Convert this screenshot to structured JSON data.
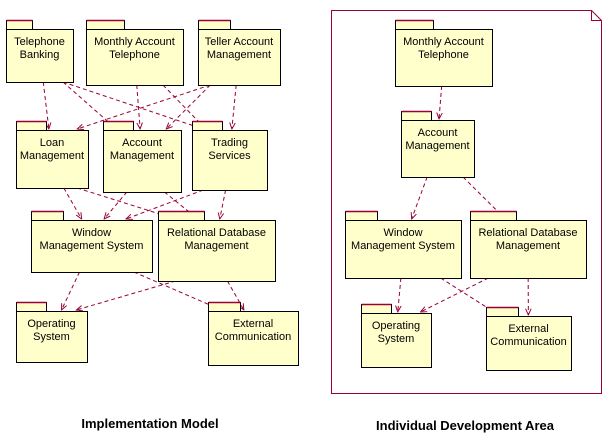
{
  "colors": {
    "package_fill": "#ffffcc",
    "package_border": "#000000",
    "tab_top_line": "#990033",
    "dependency_line": "#990033",
    "area_border": "#990033",
    "background": "#ffffff"
  },
  "implementation_model": {
    "caption": "Implementation Model",
    "packages": [
      {
        "id": "im-telephone-banking",
        "lines": [
          "Telephone",
          "Banking"
        ]
      },
      {
        "id": "im-monthly-account-telephone",
        "lines": [
          "Monthly Account",
          "Telephone"
        ]
      },
      {
        "id": "im-teller-account-management",
        "lines": [
          "Teller Account",
          "Management"
        ]
      },
      {
        "id": "im-loan-management",
        "lines": [
          "Loan",
          "Management"
        ]
      },
      {
        "id": "im-account-management",
        "lines": [
          "Account",
          "Management"
        ]
      },
      {
        "id": "im-trading-services",
        "lines": [
          "Trading",
          "Services"
        ]
      },
      {
        "id": "im-window-management-system",
        "lines": [
          "Window",
          "Management System"
        ]
      },
      {
        "id": "im-relational-database-management",
        "lines": [
          "Relational Database",
          "Management"
        ]
      },
      {
        "id": "im-operating-system",
        "lines": [
          "Operating",
          "System"
        ]
      },
      {
        "id": "im-external-communication",
        "lines": [
          "External",
          "Communication"
        ]
      }
    ],
    "dependencies": [
      [
        "im-telephone-banking",
        "im-loan-management"
      ],
      [
        "im-telephone-banking",
        "im-account-management"
      ],
      [
        "im-telephone-banking",
        "im-trading-services"
      ],
      [
        "im-monthly-account-telephone",
        "im-account-management"
      ],
      [
        "im-monthly-account-telephone",
        "im-trading-services"
      ],
      [
        "im-teller-account-management",
        "im-loan-management"
      ],
      [
        "im-teller-account-management",
        "im-account-management"
      ],
      [
        "im-teller-account-management",
        "im-trading-services"
      ],
      [
        "im-loan-management",
        "im-window-management-system"
      ],
      [
        "im-loan-management",
        "im-relational-database-management"
      ],
      [
        "im-account-management",
        "im-window-management-system"
      ],
      [
        "im-account-management",
        "im-relational-database-management"
      ],
      [
        "im-trading-services",
        "im-window-management-system"
      ],
      [
        "im-trading-services",
        "im-relational-database-management"
      ],
      [
        "im-window-management-system",
        "im-operating-system"
      ],
      [
        "im-window-management-system",
        "im-external-communication"
      ],
      [
        "im-relational-database-management",
        "im-operating-system"
      ],
      [
        "im-relational-database-management",
        "im-external-communication"
      ]
    ]
  },
  "individual_development_area": {
    "caption": "Individual Development Area",
    "packages": [
      {
        "id": "ida-monthly-account-telephone",
        "lines": [
          "Monthly Account",
          "Telephone"
        ]
      },
      {
        "id": "ida-account-management",
        "lines": [
          "Account",
          "Management"
        ]
      },
      {
        "id": "ida-window-management-system",
        "lines": [
          "Window",
          "Management System"
        ]
      },
      {
        "id": "ida-relational-database-management",
        "lines": [
          "Relational Database",
          "Management"
        ]
      },
      {
        "id": "ida-operating-system",
        "lines": [
          "Operating",
          "System"
        ]
      },
      {
        "id": "ida-external-communication",
        "lines": [
          "External",
          "Communication"
        ]
      }
    ],
    "dependencies": [
      [
        "ida-monthly-account-telephone",
        "ida-account-management"
      ],
      [
        "ida-account-management",
        "ida-window-management-system"
      ],
      [
        "ida-account-management",
        "ida-relational-database-management"
      ],
      [
        "ida-window-management-system",
        "ida-operating-system"
      ],
      [
        "ida-window-management-system",
        "ida-external-communication"
      ],
      [
        "ida-relational-database-management",
        "ida-operating-system"
      ],
      [
        "ida-relational-database-management",
        "ida-external-communication"
      ]
    ]
  }
}
